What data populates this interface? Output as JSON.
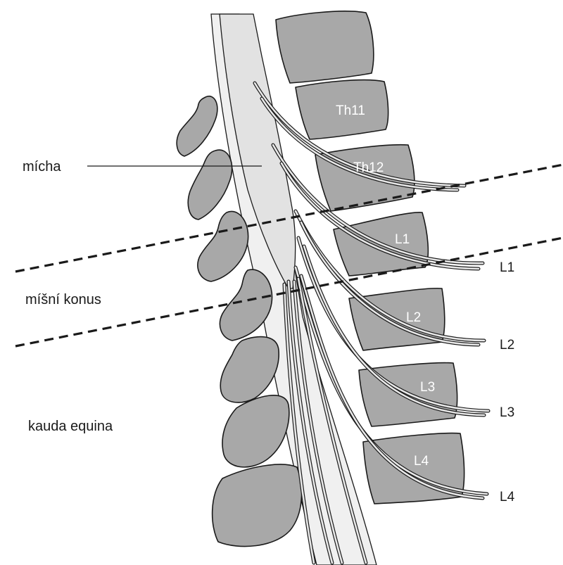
{
  "labels": {
    "micha": "mícha",
    "konus": "míšní konus",
    "kauda": "kauda equina"
  },
  "vertebrae": [
    "Th11",
    "Th12",
    "L1",
    "L2",
    "L3",
    "L4"
  ],
  "nerves": [
    "L1",
    "L2",
    "L3",
    "L4"
  ],
  "colors": {
    "bone": "#a8a8a8",
    "cord": "#e4e4e4",
    "outline": "#1a1a1a",
    "background": "#ffffff"
  }
}
